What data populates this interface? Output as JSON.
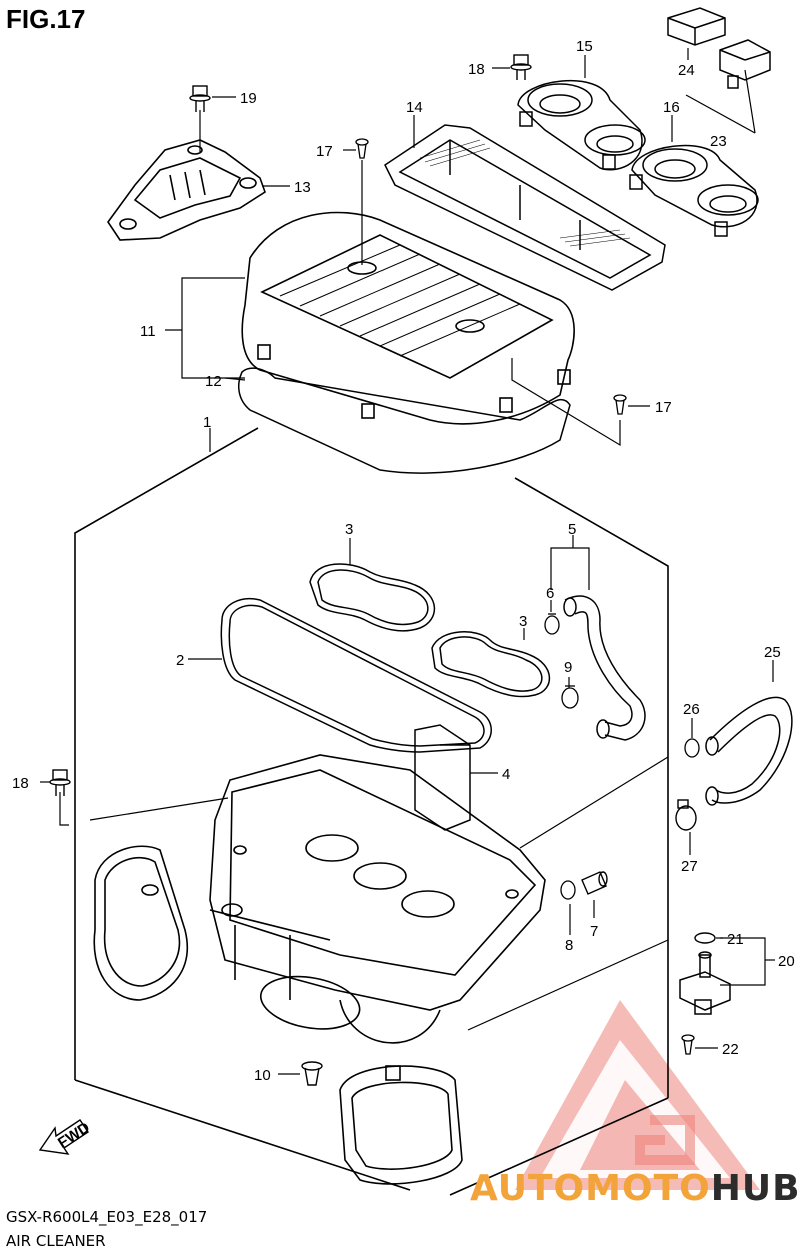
{
  "figure": {
    "title": "FIG.17"
  },
  "footer": {
    "code": "GSX-R600L4_E03_E28_017",
    "caption": "AIR CLEANER"
  },
  "watermark": {
    "part1": "AUTOMOTO",
    "part2": "HUB",
    "color_primary": "#f2a33a",
    "color_secondary": "#2c2c2c",
    "logo_color": "#e85a4f"
  },
  "fwd_arrow": {
    "label": "FWD"
  },
  "callouts": {
    "c1": "1",
    "c2": "2",
    "c3a": "3",
    "c3b": "3",
    "c4": "4",
    "c5": "5",
    "c6": "6",
    "c7": "7",
    "c8": "8",
    "c9": "9",
    "c10": "10",
    "c11": "11",
    "c12": "12",
    "c13": "13",
    "c14": "14",
    "c15": "15",
    "c16": "16",
    "c17a": "17",
    "c17b": "17",
    "c18a": "18",
    "c18b": "18",
    "c19": "19",
    "c20": "20",
    "c21": "21",
    "c22": "22",
    "c23": "23",
    "c24": "24",
    "c25": "25",
    "c26": "26",
    "c27": "27"
  }
}
